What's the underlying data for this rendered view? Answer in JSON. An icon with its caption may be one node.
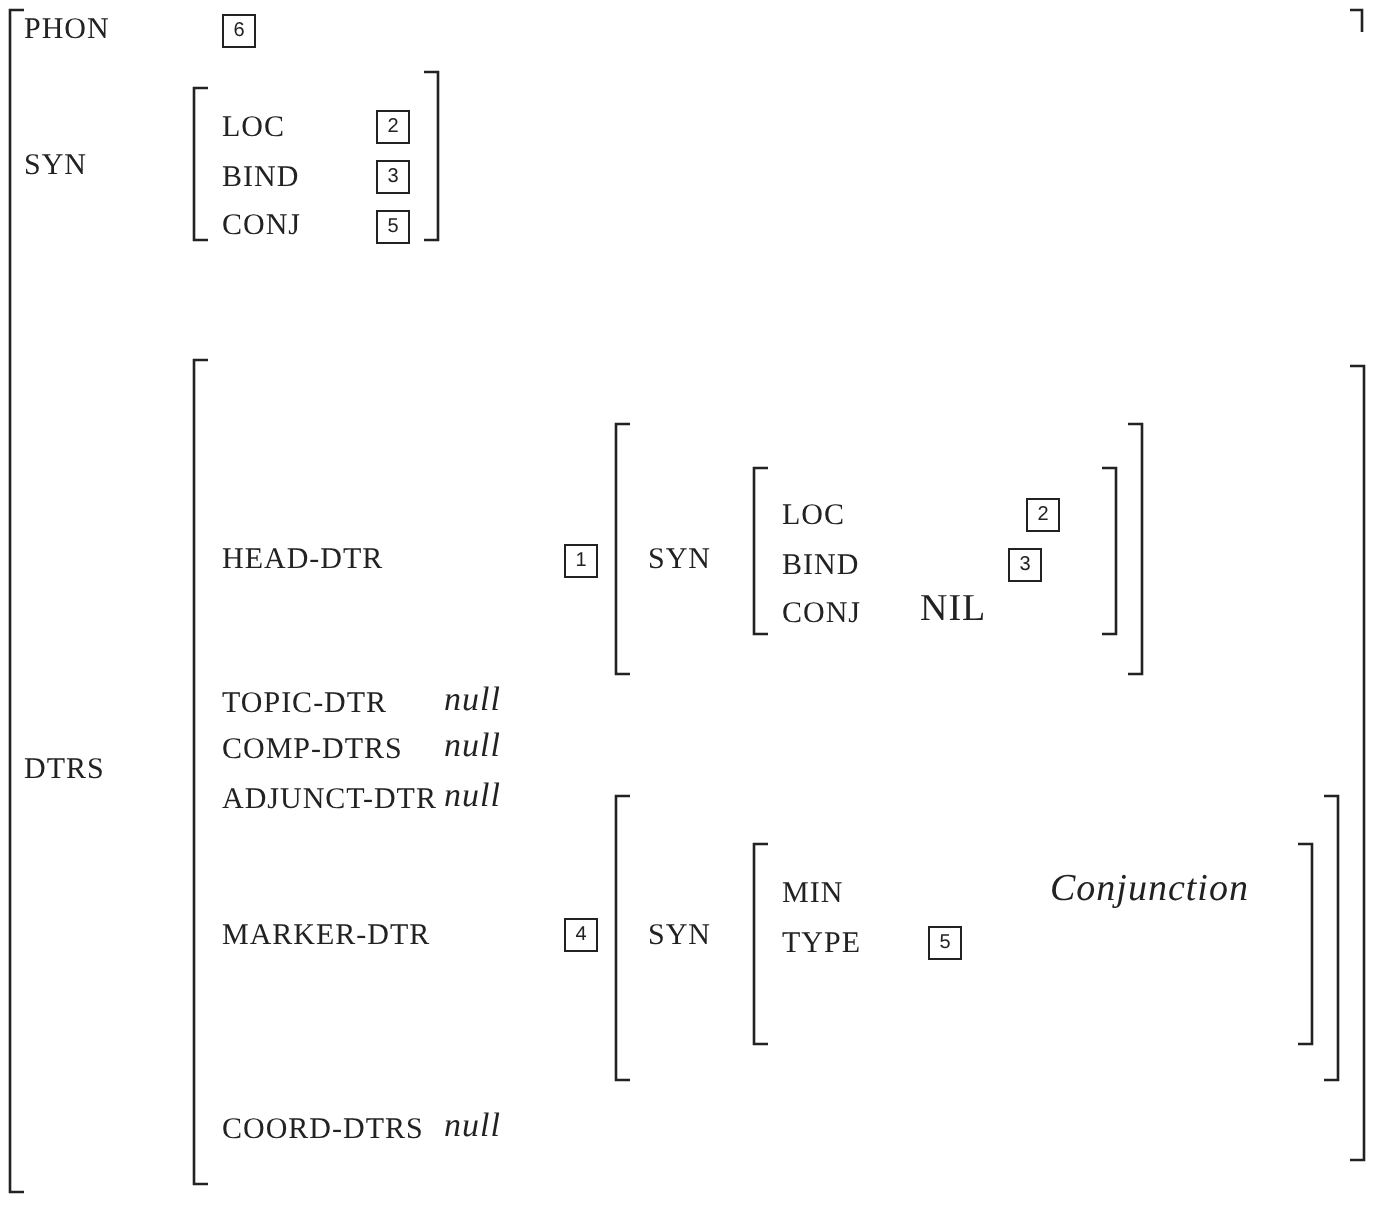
{
  "diagram": {
    "nodes": [
      {
        "text": [
          "6"
        ]
      },
      {
        "text": [
          "2"
        ]
      },
      {
        "text": [
          "3"
        ]
      },
      {
        "text": [
          "5"
        ]
      },
      {
        "text": [
          "1"
        ]
      },
      {
        "text": [
          "2"
        ]
      },
      {
        "text": [
          "3"
        ]
      },
      {
        "text": [
          "4"
        ]
      },
      {
        "text": [
          "5"
        ]
      }
    ],
    "labels": [
      "PHON",
      "SYN",
      "LOC",
      "BIND",
      "CONJ",
      "DTRS",
      "HEAD-DTR",
      "SYN",
      "LOC",
      "BIND",
      "CONJ",
      "NIL",
      "TOPIC-DTR",
      "null",
      "COMP-DTRS",
      "null",
      "ADJUNCT-DTR",
      "null",
      "MARKER-DTR",
      "SYN",
      "MIN",
      "Conjunction",
      "TYPE",
      "COORD-DTRS",
      "null"
    ]
  }
}
